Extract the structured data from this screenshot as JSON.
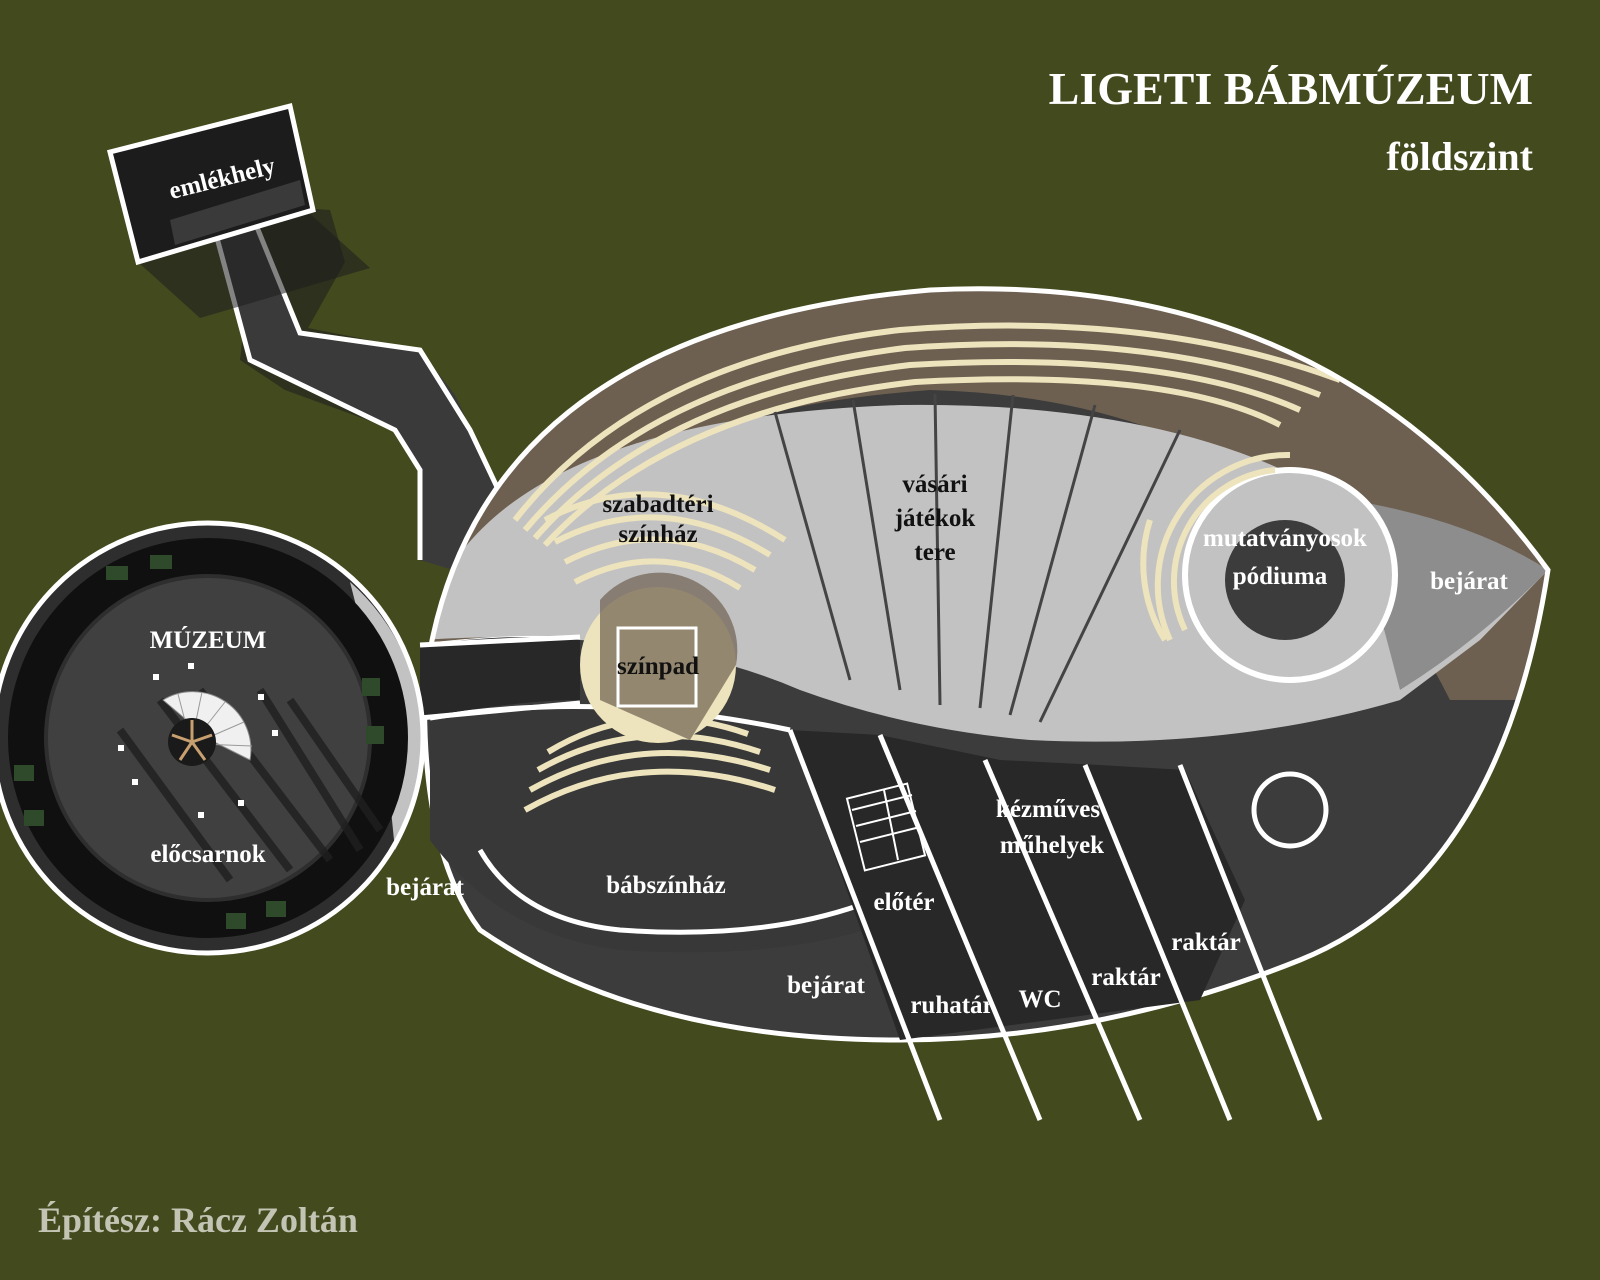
{
  "header": {
    "title": "LIGETI BÁBMÚZEUM",
    "subtitle": "földszint"
  },
  "credit": "Építész: Rácz Zoltán",
  "rooms": {
    "emlekhely": "emlékhely",
    "szabadteri_1": "szabadtéri",
    "szabadteri_2": "színház",
    "vasari_1": "vásári",
    "vasari_2": "játékok",
    "vasari_3": "tere",
    "mutatvanyosok_1": "mutatványosok",
    "mutatvanyosok_2": "pódiuma",
    "bejarat_right": "bejárat",
    "muzeum": "MÚZEUM",
    "szinpad": "színpad",
    "elocsarnok": "előcsarnok",
    "bejarat_museum": "bejárat",
    "babszinhaz": "bábszínház",
    "kezmuves_1": "kézműves",
    "kezmuves_2": "műhelyek",
    "eloter": "előtér",
    "bejarat_bottom": "bejárat",
    "ruhatar": "ruhatár",
    "wc": "WC",
    "raktar_1": "raktár",
    "raktar_2": "raktár"
  },
  "colors": {
    "background": "#424a1e",
    "light_floor": "#c2c2c2",
    "dark_floor": "#3c3c3c",
    "wall": "#ffffff",
    "seating": "#ede3bc"
  }
}
